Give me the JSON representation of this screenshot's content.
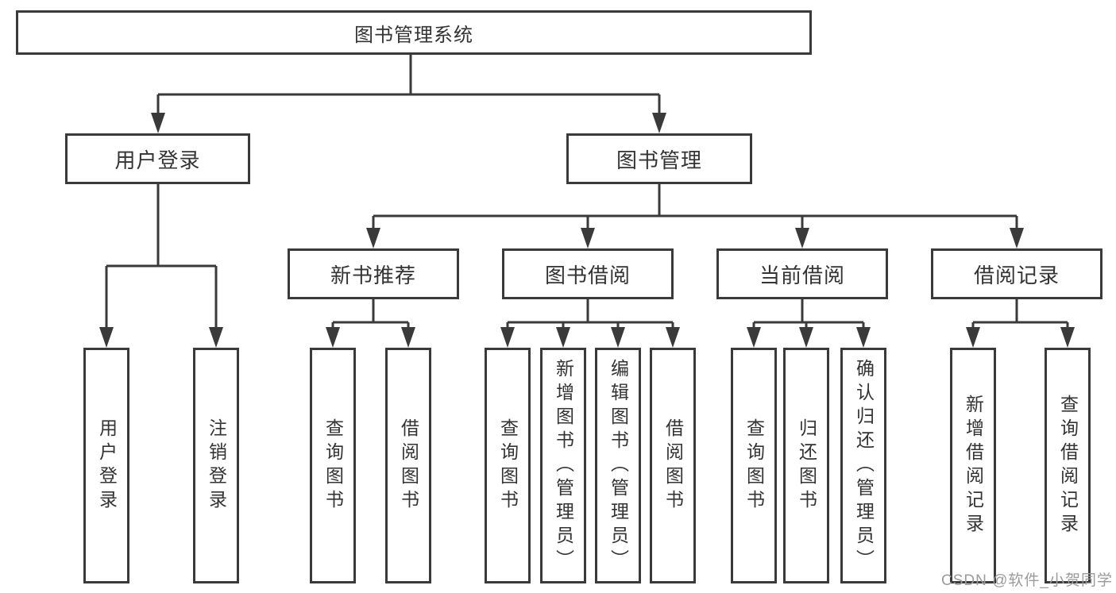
{
  "title_box": "图书管理系统",
  "level2": [
    "用户登录",
    "图书管理"
  ],
  "level3": [
    "新书推荐",
    "图书借阅",
    "当前借阅",
    "借阅记录"
  ],
  "leaf_groups": [
    {
      "parent": "用户登录",
      "items": [
        "用户登录",
        "注销登录"
      ]
    },
    {
      "parent": "新书推荐",
      "items": [
        "查询图书",
        "借阅图书"
      ]
    },
    {
      "parent": "图书借阅",
      "items": [
        "查询图书",
        "新增图书（管理员）",
        "编辑图书（管理员）",
        "借阅图书"
      ]
    },
    {
      "parent": "当前借阅",
      "items": [
        "查询图书",
        "归还图书",
        "确认归还（管理员）"
      ]
    },
    {
      "parent": "借阅记录",
      "items": [
        "新增借阅记录",
        "查询借阅记录"
      ]
    }
  ],
  "watermark": "CSDN @软件_小贺同学",
  "colors": {
    "line": "#3a3a3a",
    "text": "#333333",
    "background": "#ffffff",
    "watermark": "#9b9b9b"
  }
}
